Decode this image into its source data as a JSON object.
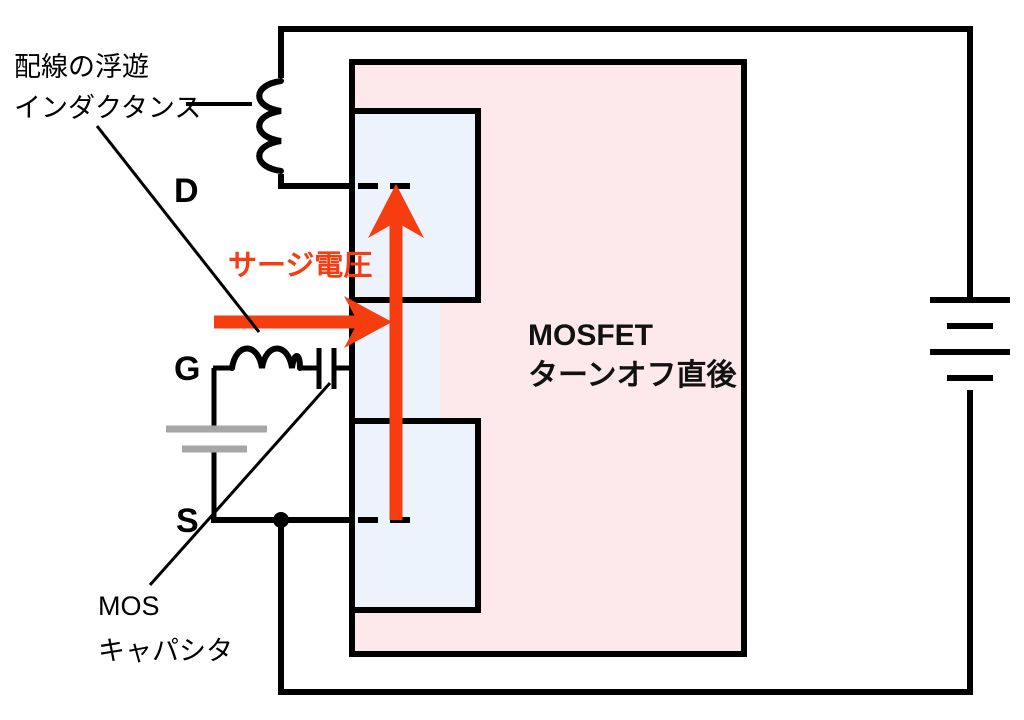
{
  "figure": {
    "title": "MOSFET turn-off surge voltage circuit",
    "background_color": "#ffffff",
    "accent_red": "#f53d10",
    "body_pink": "#fde9ec",
    "region_blue": "#edf3fc",
    "capacitor_gray": "#a6a6a6",
    "wire_black": "#000000"
  },
  "labels": {
    "stray_inductance_line1": "配線の浮遊",
    "stray_inductance_line2": "インダクタンス",
    "mos_capacitor_line1": "MOS",
    "mos_capacitor_line2": "キャパシタ",
    "surge_voltage": "サージ電圧",
    "mosfet_title_line1": "MOSFET",
    "mosfet_title_line2": "ターンオフ直後"
  },
  "terminals": {
    "drain": "D",
    "gate": "G",
    "source": "S"
  },
  "components": {
    "stray_inductor": "vertical-coil-4-loops",
    "gate_inductor": "horizontal-coil-3-loops",
    "gate_capacitor": "two-plate-capacitor",
    "mos_capacitor": "gray-two-plate-capacitor",
    "supply_battery": "two-cell-battery",
    "source_node": "junction-dot"
  },
  "annotations": {
    "vertical_arrow": "surge-voltage-vertical-arrow",
    "horizontal_arrow": "surge-voltage-horizontal-arrow"
  }
}
